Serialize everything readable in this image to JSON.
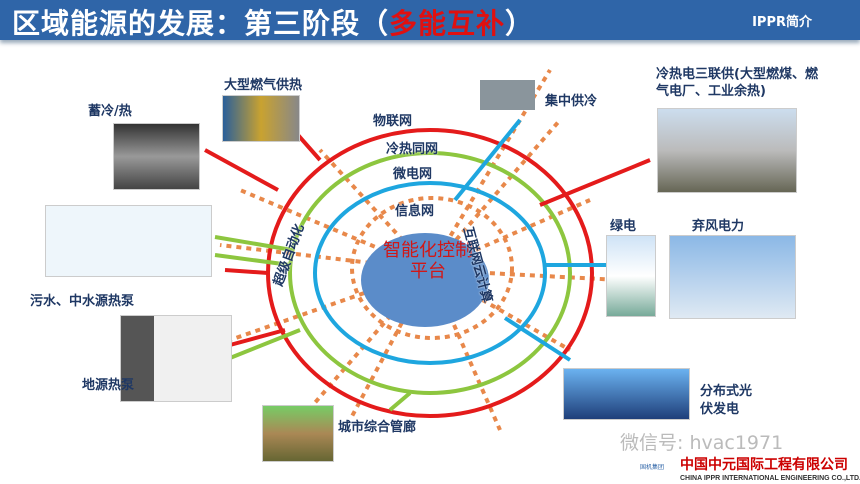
{
  "header": {
    "title_prefix": "区域能源的发展：第三阶段（",
    "title_highlight": "多能互补",
    "title_suffix": "）",
    "brand": "IPPR简介"
  },
  "center": {
    "label": "智能化控制平台"
  },
  "rings": {
    "iot": "物联网",
    "cool_heat": "冷热同网",
    "microgrid": "微电网",
    "info": "信息网",
    "automation": "超级自动化",
    "cloud": "互联网云计算"
  },
  "nodes": {
    "storage": "蓄冷/热",
    "gas_boiler": "大型燃气供热",
    "central_cooling": "集中供冷",
    "cchp": "冷热电三联供(大型燃煤、燃气电厂、工业余热)",
    "sewage": "污水、中水源热泵",
    "green_power": "绿电",
    "wind": "弃风电力",
    "ground": "地源热泵",
    "pipe": "城市综合管廊",
    "pv": "分布式光伏发电"
  },
  "footer": {
    "watermark": "微信号: hvac1971",
    "company": "中国中元国际工程有限公司",
    "company_en": "CHINA IPPR INTERNATIONAL ENGINEERING CO.,LTD.",
    "group": "国机集团"
  },
  "colors": {
    "header": "#2f65a8",
    "red": "#e41b1b",
    "green": "#8dc63f",
    "blue": "#1ea6df",
    "orange": "#e8884a",
    "center": "#5b8cc9"
  }
}
